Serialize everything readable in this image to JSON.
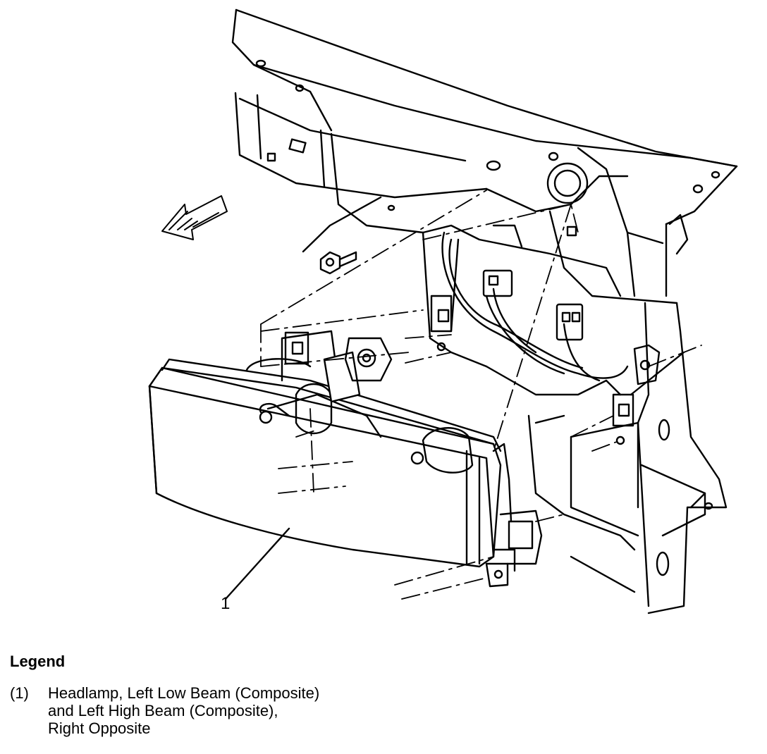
{
  "figure": {
    "callout_number": "1"
  },
  "legend": {
    "title": "Legend",
    "items": [
      {
        "number": "(1)",
        "lines": [
          "Headlamp, Left Low Beam (Composite)",
          "and Left High Beam (Composite),",
          "Right Opposite"
        ]
      }
    ]
  }
}
